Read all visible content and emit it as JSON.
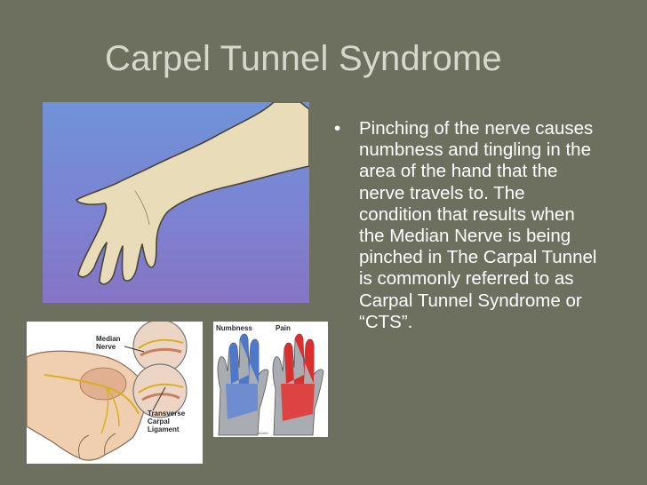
{
  "slide": {
    "title": "Carpel Tunnel Syndrome",
    "bullets": [
      "Pinching of the nerve causes numbness and tingling in the area of the hand that the nerve travels to. The condition that results when the Median Nerve is being pinched in The Carpal Tunnel is commonly referred to as Carpal Tunnel Syndrome or “CTS”."
    ],
    "bullet_symbol": "•"
  },
  "carpal_diagram": {
    "label_median": [
      "Median",
      "Nerve"
    ],
    "label_transverse": [
      "Transverse",
      "Carpal",
      "Ligament"
    ]
  },
  "symptom_diagram": {
    "label_numbness": "Numbness",
    "label_pain": "Pain",
    "credit": "ADAM"
  },
  "colors": {
    "background": "#6e705f",
    "title": "#d7d8cc",
    "numbness_blue": "#3f6fd0",
    "pain_red": "#e02020"
  }
}
